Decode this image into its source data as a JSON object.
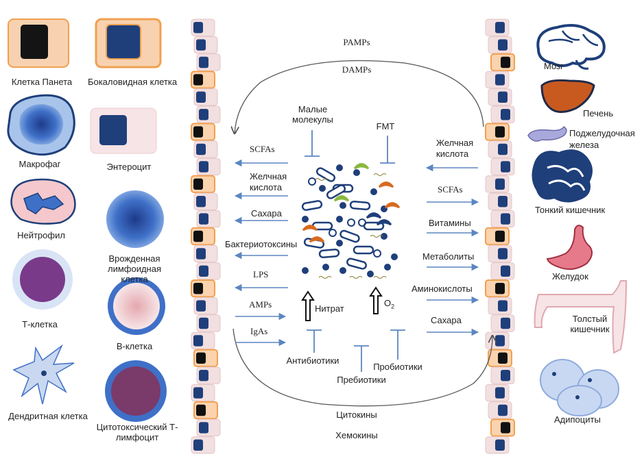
{
  "cells_left": {
    "paneth": "Клетка Панета",
    "goblet": "Бокаловидная клетка",
    "macrophage": "Макрофаг",
    "enterocyte": "Энтероцит",
    "neutrophil": "Нейтрофил",
    "ilc": "Врожденная лимфоидная клетка",
    "tcell": "Т-клетка",
    "bcell": "В-клетка",
    "dendritic": "Дендритная клетка",
    "ctl": "Цитотоксический Т-лимфоцит"
  },
  "organs_right": {
    "brain": "Мозг",
    "liver": "Печень",
    "pancreas": "Поджелудочная железа",
    "small_intestine": "Тонкий кишечник",
    "stomach": "Желудок",
    "colon": "Толстый кишечник",
    "adipocytes": "Адипоциты"
  },
  "center": {
    "pamps": "PAMPs",
    "damps": "DAMPs",
    "small_molecules": "Малые молекулы",
    "fmt": "FMT",
    "nitrate": "Нитрат",
    "o2": "O",
    "o2_sub": "2",
    "antibiotics": "Антибиотики",
    "prebiotics": "Пребиотики",
    "probiotics": "Пробиотики",
    "cytokines": "Цитокины",
    "chemokines": "Хемокины"
  },
  "left_arrows": [
    "SCFAs",
    "Желчная кислота",
    "Сахара",
    "Бактериотоксины",
    "LPS",
    "AMPs",
    "IgAs"
  ],
  "right_arrows": [
    "Желчная кислота",
    "SCFAs",
    "Витамины",
    "Метаболиты",
    "Аминокислоты",
    "Сахара"
  ],
  "colors": {
    "nucleus_blue": "#1f3f7a",
    "membrane_pink": "#f2dfe0",
    "orange": "#f0a050",
    "arrow_blue": "#5b86c0",
    "purple": "#7a3a8a",
    "organ_blue": "#1f3f7a",
    "liver": "#c85a20",
    "green": "#8ab840",
    "bacteria_orange": "#d86a20"
  }
}
